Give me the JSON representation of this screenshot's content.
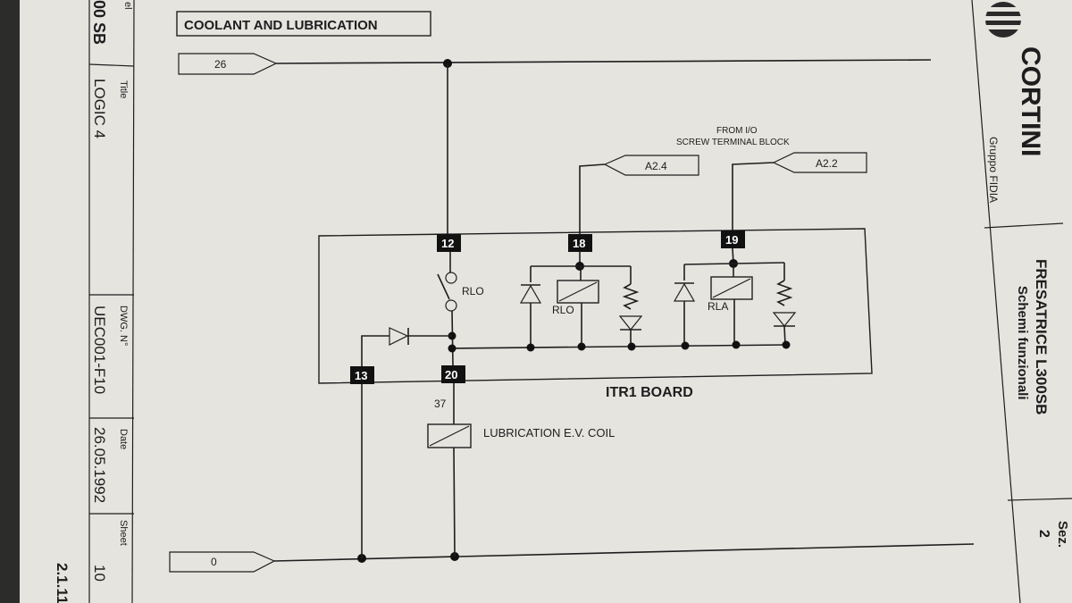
{
  "title": "COOLANT AND LUBRICATION",
  "ports": {
    "top": "26",
    "bottom": "0",
    "a24": "A2.4",
    "a22": "A2.2"
  },
  "from_note": [
    "FROM I/O",
    "SCREW TERMINAL BLOCK"
  ],
  "terminals": [
    "12",
    "18",
    "19",
    "13",
    "20"
  ],
  "contact_label": "RLO",
  "relay_labels": [
    "RLO",
    "RLA"
  ],
  "board_label": "ITR1 BOARD",
  "wire_number": "37",
  "coil_label": "LUBRICATION E.V. COIL",
  "title_block": {
    "model_cut": "00 SB",
    "model_label_cut": "el",
    "title_label": "Title",
    "title": "LOGIC 4",
    "dwg_label": "DWG. N°",
    "dwg": "UEC001-F10",
    "date_label": "Date",
    "date": "26.05.1992",
    "sheet_label": "Sheet",
    "sheet": "10",
    "page_ref": "2.1.11"
  },
  "brand": {
    "name": "CORTINI",
    "group": "Gruppo FIDIA",
    "machine": "FRESATRICE L300SB",
    "doc": "Schemi funzionali",
    "sez_label": "Sez.",
    "sez": "2"
  }
}
